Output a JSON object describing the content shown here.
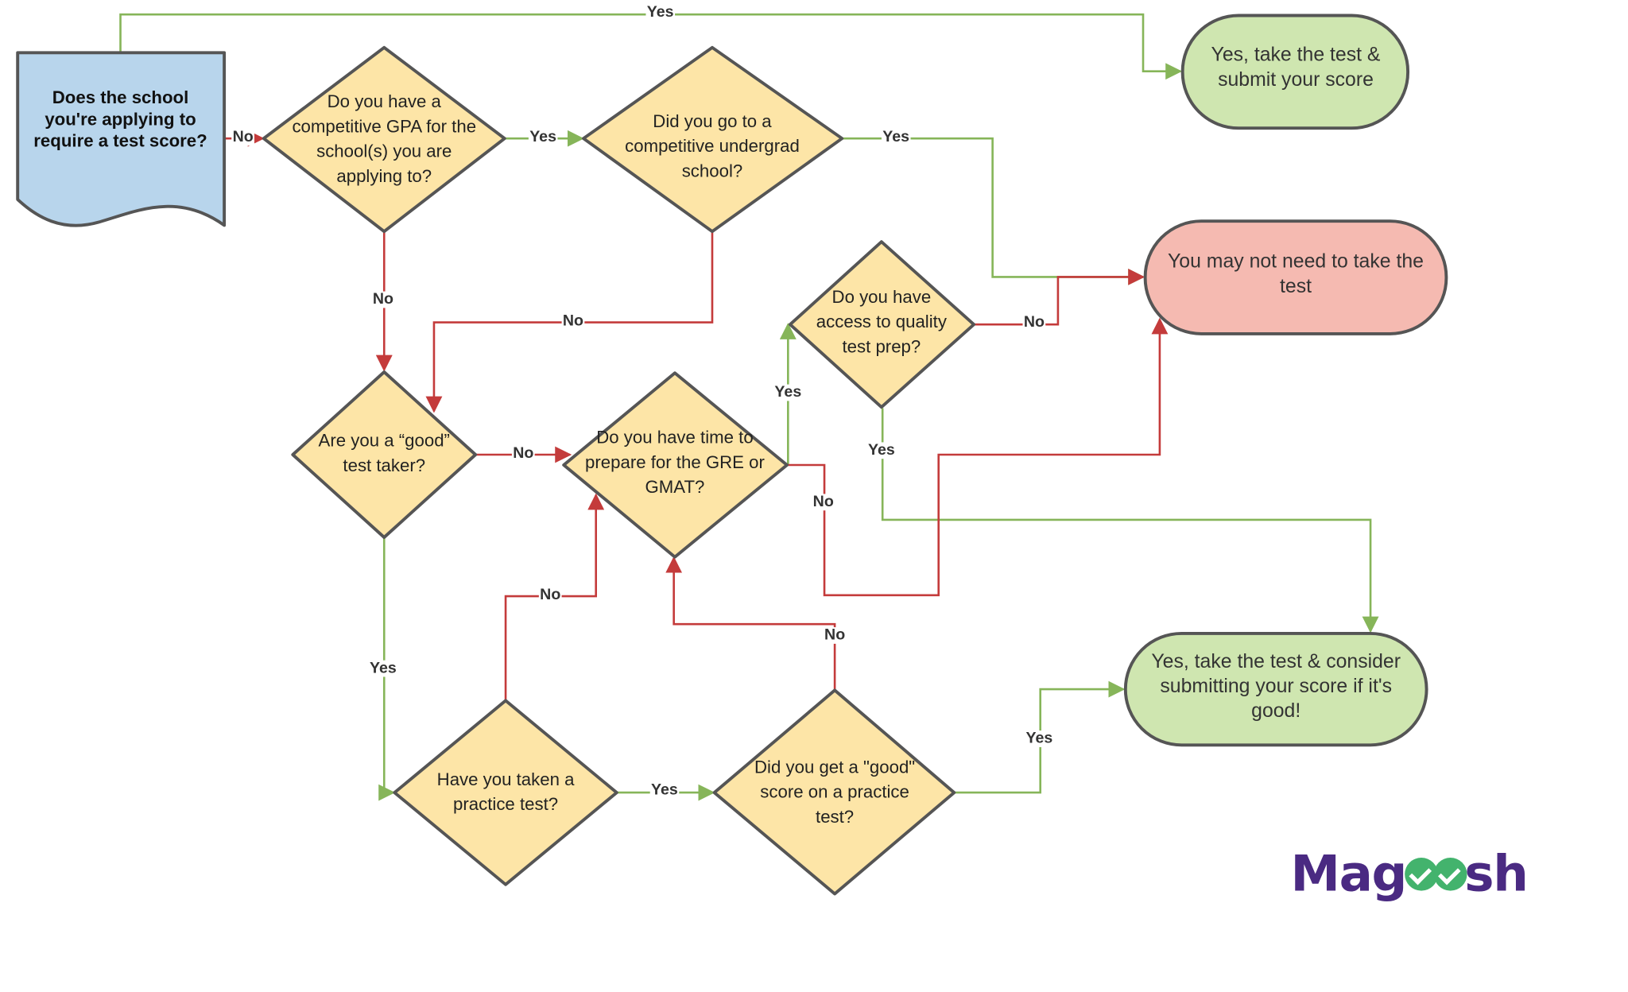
{
  "nodes": {
    "start": "Does the school you're applying to require a test score?",
    "gpa": "Do you have a competitive GPA for the school(s) you are applying to?",
    "undergrad": "Did you go to a competitive undergrad school?",
    "access": "Do you have access to quality test prep?",
    "good_taker": "Are you a “good” test taker?",
    "time": "Do you have time to prepare for the GRE or GMAT?",
    "practice": "Have you taken a practice test?",
    "good_score": "Did you get a \"good\" score on a practice test?",
    "submit": "Yes, take the test & submit your score",
    "maybe_not": "You may not need to take the test",
    "consider": "Yes, take the test & consider submitting your score if it's good!"
  },
  "edge_labels": {
    "top_yes": "Yes",
    "start_no": "No",
    "gpa_yes": "Yes",
    "undergrad_yes": "Yes",
    "gpa_no": "No",
    "undergrad_no": "No",
    "access_no": "No",
    "time_yes": "Yes",
    "access_yes": "Yes",
    "taker_no": "No",
    "time_no": "No",
    "practice_no": "No",
    "score_no": "No",
    "taker_yes": "Yes",
    "practice_yes": "Yes",
    "score_yes": "Yes"
  },
  "logo": {
    "part1": "Mag",
    "part2": "sh"
  },
  "colors": {
    "question_fill": "#fde5a7",
    "start_fill": "#b8d5ec",
    "green_terminal": "#cfe6b0",
    "red_terminal": "#f5bab1",
    "yes_line": "#86b559",
    "no_line": "#c43b3b",
    "outline": "#555555",
    "logo": "#4a2a82",
    "logo_check": "#43b36d"
  }
}
